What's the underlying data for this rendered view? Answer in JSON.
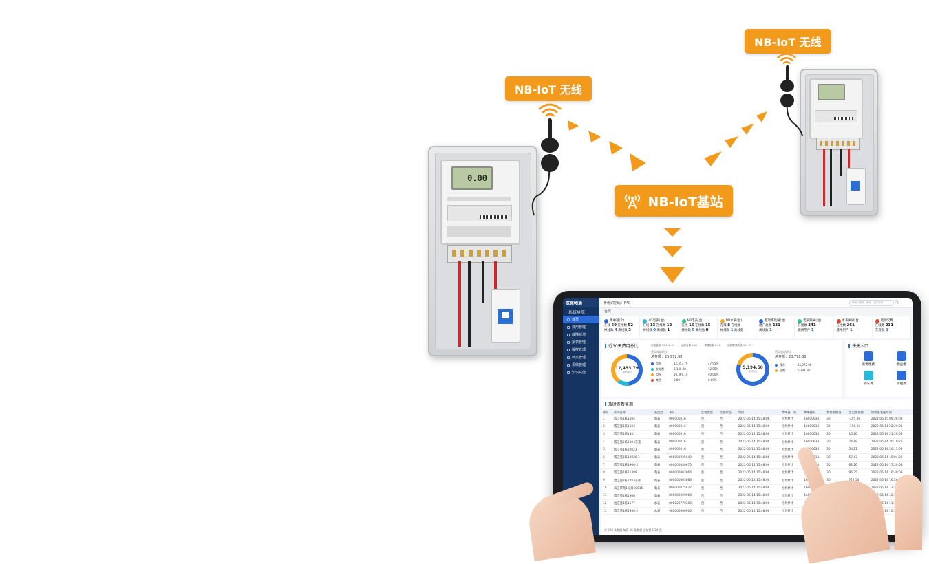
{
  "labels": {
    "left_wireless": "NB-IoT 无线",
    "right_wireless": "NB-IoT 无线",
    "base_station": "NB-IoT基站"
  },
  "colors": {
    "accent": "#f29a1c",
    "sidebar": "#163462",
    "active_nav": "#2c6ad6"
  },
  "icons": [
    "wifi-signal-icon",
    "antenna-icon",
    "chevron-down-arrow-icon"
  ],
  "meter_lcd": "0.00",
  "tablet": {
    "app_logo": "笨莪物通",
    "sidebar_title": "系统导航",
    "nav": [
      {
        "label": "首页",
        "active": true
      },
      {
        "label": "费用管理",
        "active": false
      },
      {
        "label": "故障监测",
        "active": false
      },
      {
        "label": "报表管理",
        "active": false
      },
      {
        "label": "操控管理",
        "active": false
      },
      {
        "label": "档案管理",
        "active": false
      },
      {
        "label": "系统管理",
        "active": false
      },
      {
        "label": "知识充值",
        "active": false
      }
    ],
    "topbar_title": "身份识别码：F40",
    "search_placeholder": "请输入表号、房号、用户名称",
    "breadcrumb": "首页",
    "stats": [
      {
        "title": "集中器(个)",
        "a_label": "在线",
        "a": "59",
        "b_label": "在线数",
        "b": "52",
        "c_label": "掉线数",
        "c": "4",
        "d_label": "离线数",
        "d": "3",
        "color": "#2c6ad6"
      },
      {
        "title": "4G电表(台)",
        "a_label": "在线",
        "a": "13",
        "b_label": "在线数",
        "b": "12",
        "c_label": "掉线数",
        "c": "0",
        "d_label": "离线数",
        "d": "1",
        "color": "#29b6d8"
      },
      {
        "title": "NB电表(台)",
        "a_label": "在线",
        "a": "15",
        "b_label": "在线数",
        "b": "15",
        "c_label": "掉线数",
        "c": "0",
        "d_label": "离线数",
        "d": "0",
        "color": "#33c28c"
      },
      {
        "title": "NB水表(台)",
        "a_label": "在线",
        "a": "8",
        "b_label": "在线数",
        "b": "",
        "c_label": "掉线数",
        "c": "1",
        "d_label": "离线数",
        "d": "",
        "color": "#f5a623"
      },
      {
        "title": "超功率跳闸(台)",
        "a_label": "用户总数",
        "a": "231",
        "b_label": "",
        "b": "",
        "c_label": "离线数",
        "c": "1",
        "d_label": "",
        "d": "",
        "color": "#2c6ad6"
      },
      {
        "title": "电表跳闸(台)",
        "a_label": "在线数",
        "a": "341",
        "b_label": "",
        "b": "",
        "c_label": "跳闸用户",
        "c": "1",
        "d_label": "",
        "d": "",
        "color": "#33c28c"
      },
      {
        "title": "水表关阀(台)",
        "a_label": "在线数",
        "a": "261",
        "b_label": "",
        "b": "",
        "c_label": "跳闸用户",
        "c": "1",
        "d_label": "",
        "d": "",
        "color": "#e5452f"
      },
      {
        "title": "能源欠费",
        "a_label": "在线数",
        "a": "231",
        "b_label": "",
        "b": "",
        "c_label": "欠费数",
        "c": "3",
        "d_label": "",
        "d": "",
        "color": "#e5452f"
      }
    ],
    "fee_panel": {
      "title": "近30天费用总比",
      "legend": [
        "用电量数 43,258.30",
        "远跃告数 0.00",
        "累请跃数 0.00",
        "远跃累请跃数 467.51"
      ],
      "left_total_label": "费用收取(元)",
      "left_total": "总金额：25,972.98",
      "left_center": "12,453.79",
      "left_center_sub": "用电(元)",
      "left_items": [
        {
          "name": "用电",
          "value": "12,453.79",
          "pct": "47.95%"
        },
        {
          "name": "发电费",
          "value": "3,130.00",
          "pct": "12.05%"
        },
        {
          "name": "用水",
          "value": "10,389.19",
          "pct": "40.00%"
        },
        {
          "name": "其他",
          "value": "0.00",
          "pct": "0.00%"
        }
      ],
      "right_total_label": "费用收取(元)",
      "right_total": "总金额：20,778.38",
      "right_center": "5,194.60",
      "right_center_sub": "本月(元)",
      "right_items": [
        {
          "name": "预存",
          "value": "25,972.98"
        },
        {
          "name": "退费",
          "value": "5,194.60"
        }
      ]
    },
    "quick_panel": {
      "title": "快捷入口",
      "items": [
        "能源缴费",
        "物业缴",
        "停车费",
        "房租费"
      ]
    },
    "table_panel": {
      "title": "及时查看监测",
      "headers": [
        "序号",
        "房间名称",
        "表类型",
        "表号",
        "告警类型",
        "告警状态",
        "时间",
        "集中器厂商",
        "集中器号",
        "预警余额值",
        "告出预警额",
        "预警值发生时间"
      ],
      "rows": [
        [
          "1",
          "塔江苑1栋1504",
          "电表",
          "000000016",
          "否",
          "否",
          "2022-06-14 15:48:06",
          "恒为原计",
          "16000634",
          "30",
          "-205.06",
          "2022-06-15 09:28:09"
        ],
        [
          "2",
          "塔江苑1栋1503",
          "电表",
          "000000016",
          "否",
          "否",
          "2022-06-14 15:48:06",
          "恒为原计",
          "16000634",
          "30",
          "-100.05",
          "2022-06-14 22:20:03"
        ],
        [
          "3",
          "塔江苑1栋1501",
          "电表",
          "000000016",
          "否",
          "否",
          "2022-06-14 15:48:06",
          "恒为原计",
          "16000634",
          "30",
          "10.26",
          "2022-06-14 21:20:09"
        ],
        [
          "4",
          "塔江苑1栋1004东室",
          "电表",
          "000000016",
          "否",
          "否",
          "2022-06-14 15:48:06",
          "恒为原计",
          "16000634",
          "30",
          "24.48",
          "2022-06-14 20:19:20"
        ],
        [
          "5",
          "塔江苑1栋10023",
          "电表",
          "000000016",
          "否",
          "否",
          "2022-06-14 15:48:06",
          "恒为原计",
          "16000634",
          "30",
          "54.21",
          "2022-06-14 20:15:09"
        ],
        [
          "6",
          "塔江苑1栋10026-1",
          "电表",
          "000000025640",
          "否",
          "否",
          "2022-06-14 15:48:06",
          "恒为原计",
          "16000634",
          "30",
          "57.43",
          "2022-06-14 19:04:02"
        ],
        [
          "7",
          "塔江苑1栋1908-2",
          "电表",
          "000000040670",
          "否",
          "否",
          "2022-06-14 15:48:06",
          "恒为原计",
          "16000634",
          "30",
          "62.26",
          "2022-06-14 17:20:03"
        ],
        [
          "8",
          "塔江苑1栋11489",
          "电表",
          "000000003064",
          "否",
          "否",
          "2022-06-14 15:48:06",
          "恒为原计",
          "16000634",
          "30",
          "96.35",
          "2022-06-14 16:40:03"
        ],
        [
          "9",
          "边江苑2栋2783东库",
          "电表",
          "000000003088",
          "否",
          "否",
          "2022-06-14 15:48:06",
          "恒为原计",
          "16000634",
          "30",
          "212.54",
          "2022-06-14 16:26:21"
        ],
        [
          "10",
          "海江景苑1号商10015",
          "电表",
          "000000075827",
          "否",
          "否",
          "2022-06-14 15:48:06",
          "恒为原计",
          "16000634",
          "30",
          "254.12",
          "2022-06-14 13:20:21"
        ],
        [
          "11",
          "塔江苑1栋1906",
          "电表",
          "000000029064",
          "否",
          "否",
          "2022-06-14 15:48:06",
          "恒为原计",
          "16000634",
          "30",
          "268.34",
          "2022-06-14 12:12:00"
        ],
        [
          "12",
          "边江苑1栋1177",
          "水表",
          "000026770380",
          "否",
          "否",
          "2022-06-14 15:48:06",
          "恒为原计",
          "16000634",
          "30",
          "",
          "2022-06-14 11:10:20"
        ],
        [
          "13",
          "塔江苑1栋1960-2",
          "水表",
          "980000000000",
          "否",
          "否",
          "2022-06-14 15:48:06",
          "恒为原计",
          "16000634",
          "30",
          "",
          "2022-06-14 10:12:00"
        ]
      ],
      "footer": "共 298 条数据    每页 15 条数据    当前第 1/20 页"
    },
    "logout": "退出"
  }
}
